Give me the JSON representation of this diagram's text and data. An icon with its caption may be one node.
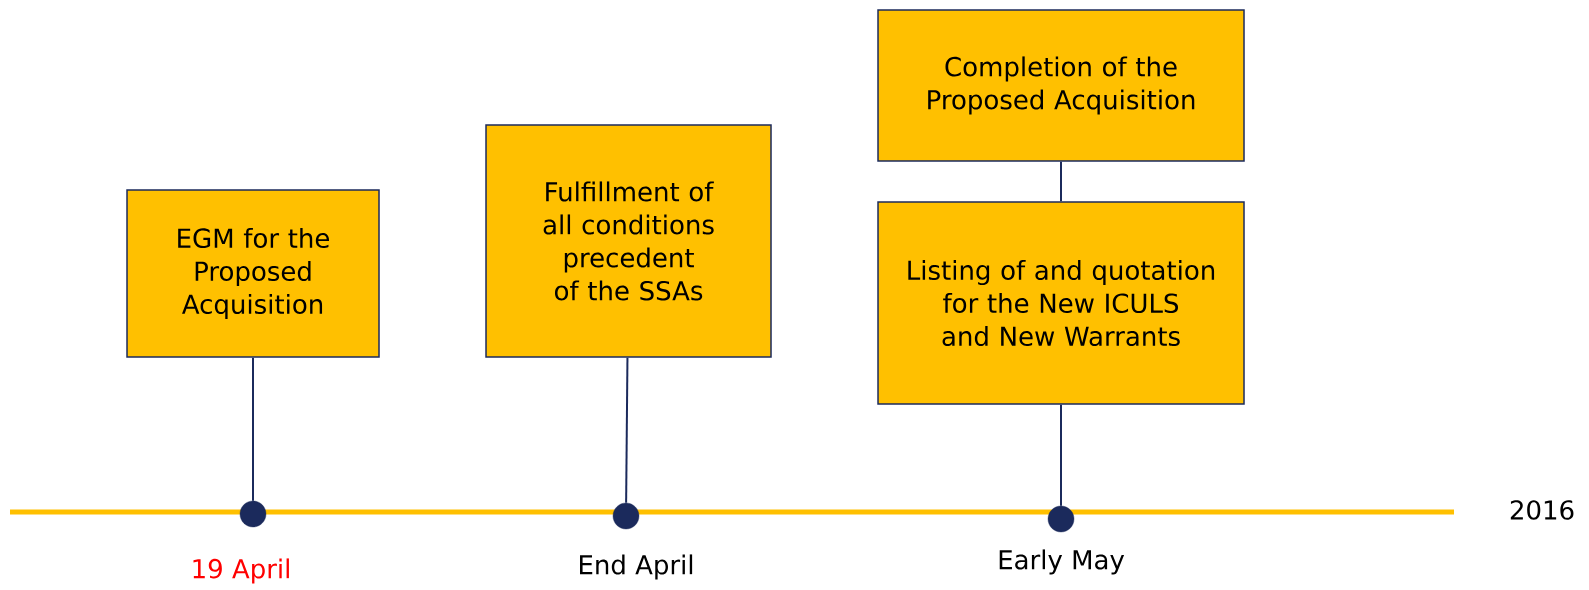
{
  "diagram": {
    "nodes": [
      {
        "text": [
          "EGM for the Proposed Acquisition"
        ]
      },
      {
        "text": [
          "Fulfillment of all conditions precedent of the SSAs"
        ]
      },
      {
        "text": [
          "Completion of the Proposed Acquisition"
        ]
      },
      {
        "text": [
          "Listing of and quotation for the New ICULS and New Warrants"
        ]
      },
      {
        "text": [],
        "shape": "circle",
        "beside": [
          "19 April"
        ]
      },
      {
        "text": [],
        "shape": "circle",
        "beside": [
          "End April"
        ]
      },
      {
        "text": [],
        "shape": "circle",
        "beside": [
          "Early May"
        ]
      }
    ],
    "edges": [
      {
        "from": 0,
        "to": 4,
        "arrow": "none"
      },
      {
        "from": 1,
        "to": 5,
        "arrow": "none"
      },
      {
        "from": 2,
        "to": 3,
        "arrow": "none"
      },
      {
        "from": 3,
        "to": 6,
        "arrow": "none"
      }
    ],
    "labels": [
      "2016"
    ]
  }
}
